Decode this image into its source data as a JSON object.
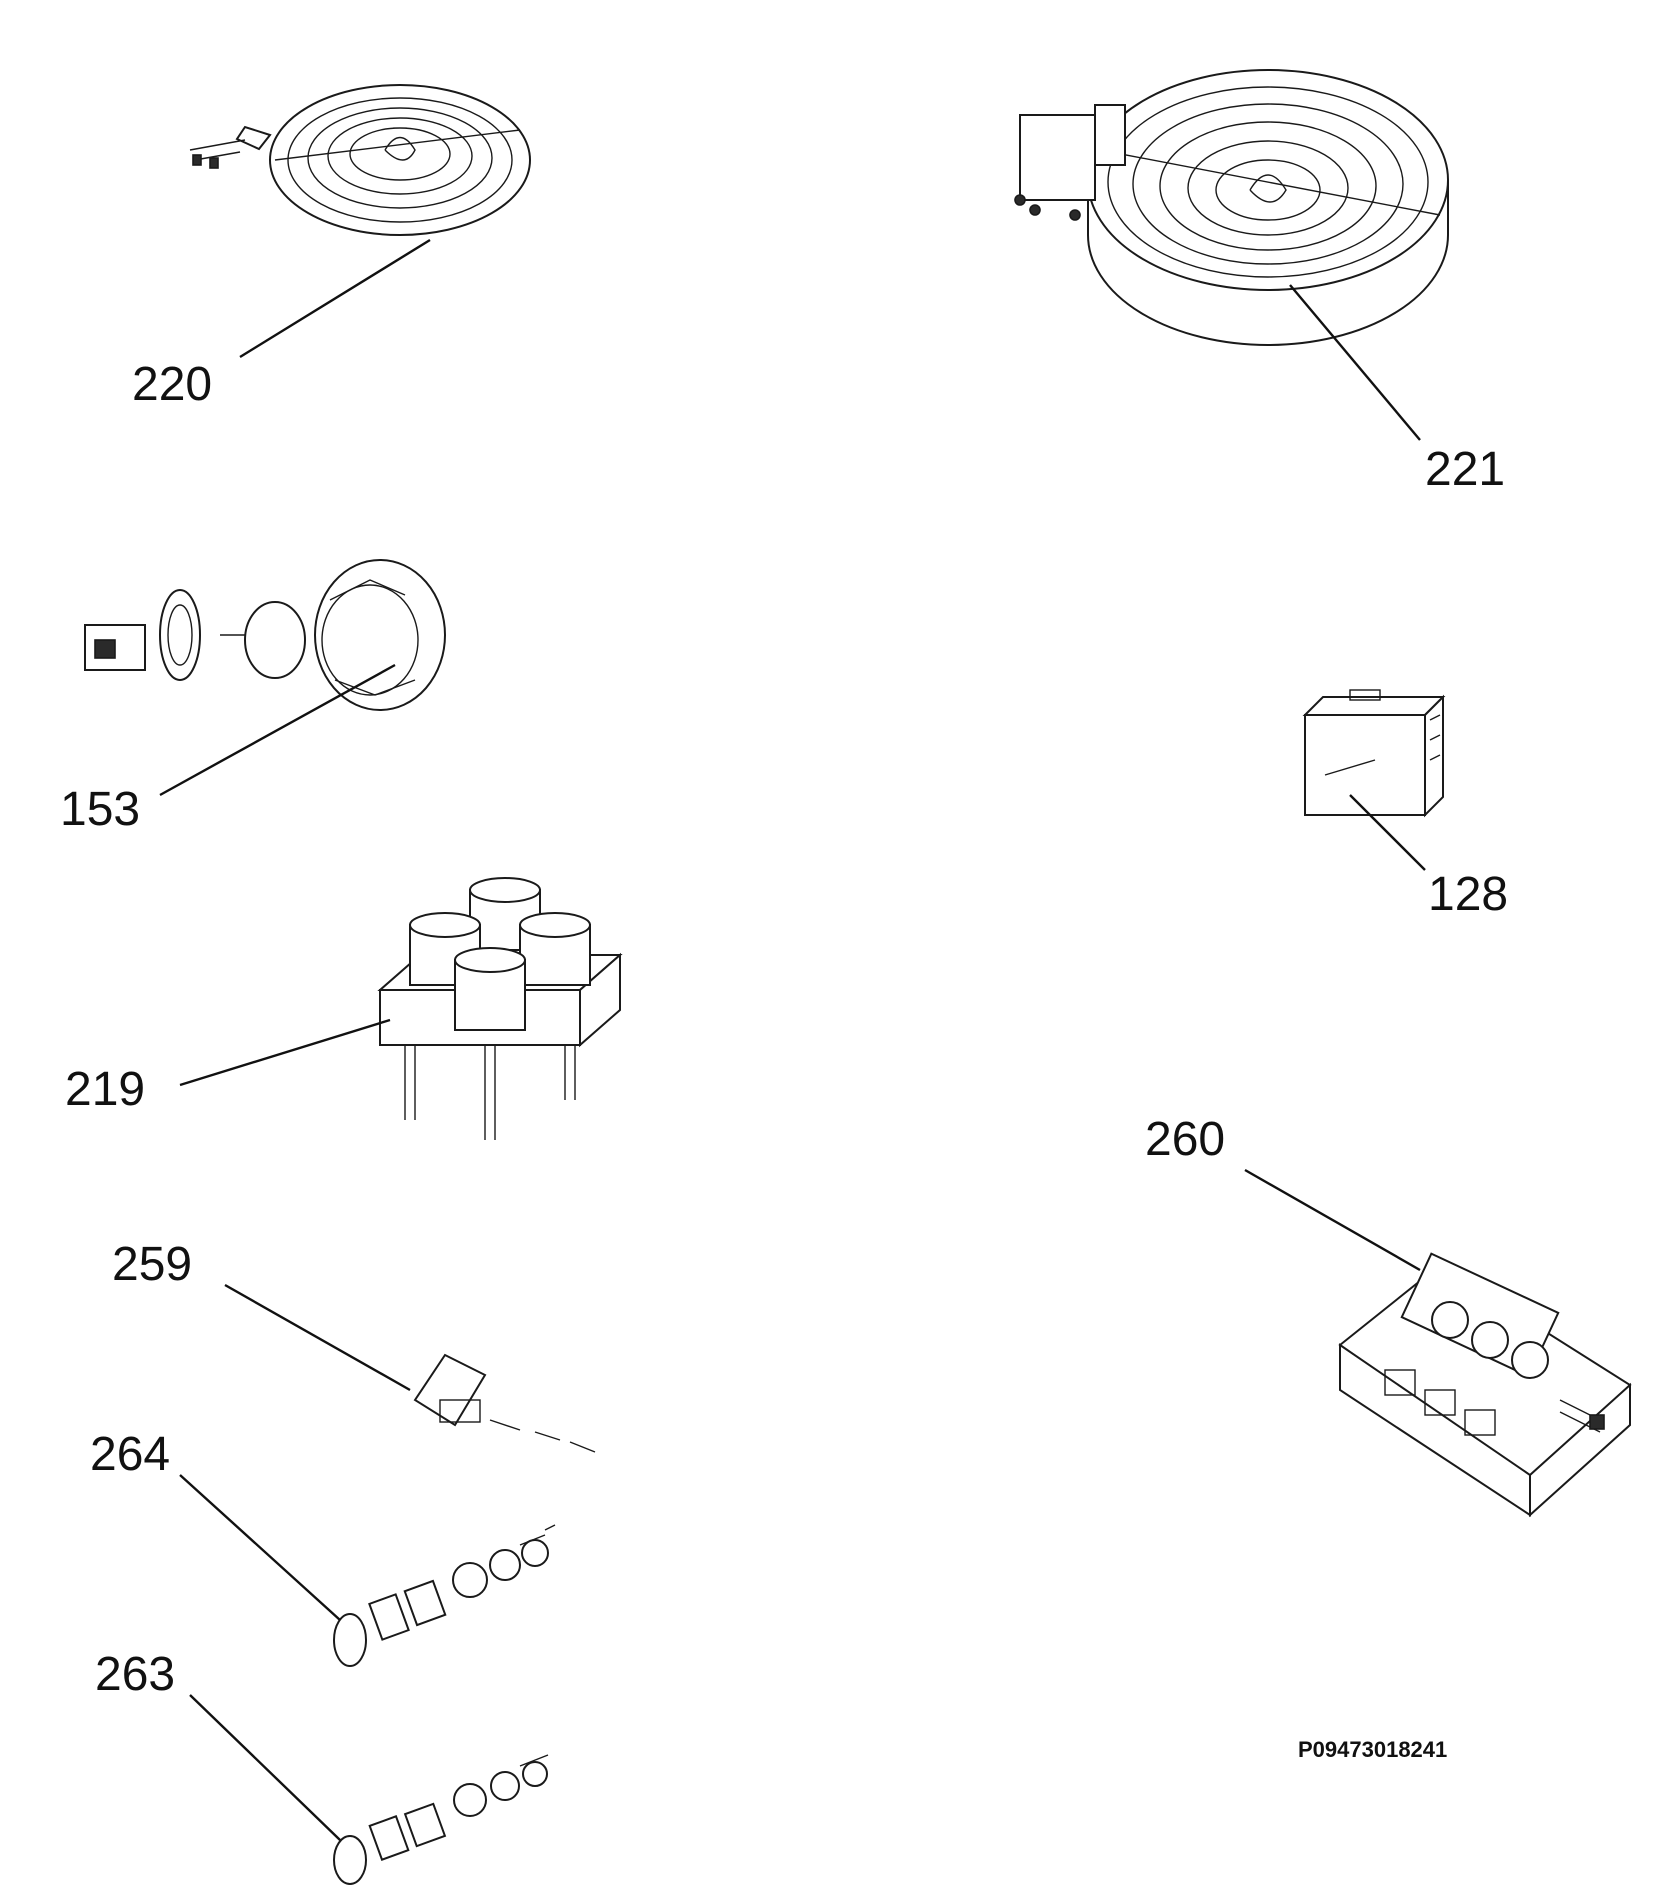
{
  "parts": [
    {
      "id": "p220",
      "label": "220"
    },
    {
      "id": "p221",
      "label": "221"
    },
    {
      "id": "p153",
      "label": "153"
    },
    {
      "id": "p128",
      "label": "128"
    },
    {
      "id": "p219",
      "label": "219"
    },
    {
      "id": "p260",
      "label": "260"
    },
    {
      "id": "p259",
      "label": "259"
    },
    {
      "id": "p264",
      "label": "264"
    },
    {
      "id": "p263",
      "label": "263"
    }
  ],
  "drawing_code": "P09473018241",
  "colors": {
    "ink": "#111111",
    "background": "#ffffff"
  }
}
